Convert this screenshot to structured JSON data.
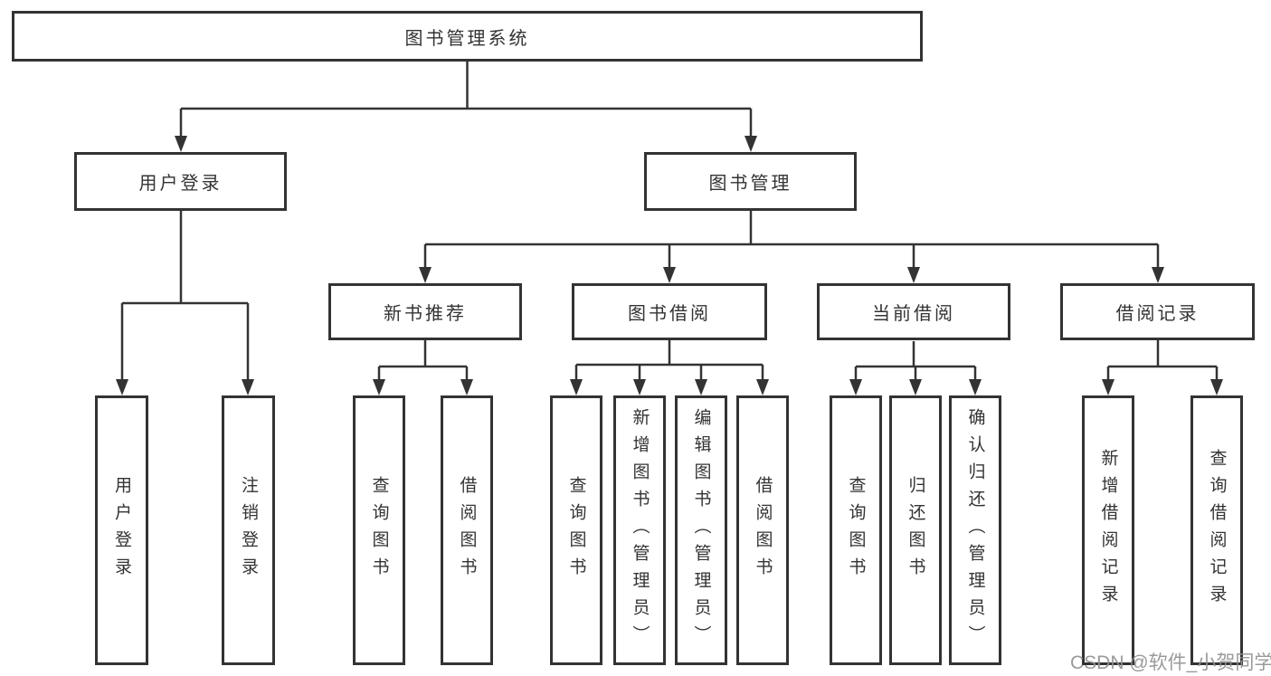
{
  "title": {
    "label": "图书管理系统"
  },
  "level2": {
    "user_login": {
      "label": "用户登录"
    },
    "book_mgmt": {
      "label": "图书管理"
    }
  },
  "level3": {
    "new_book": {
      "label": "新书推荐"
    },
    "borrow": {
      "label": "图书借阅"
    },
    "current": {
      "label": "当前借阅"
    },
    "records": {
      "label": "借阅记录"
    }
  },
  "leaves": {
    "user_login": [
      "用户登录",
      "注销登录"
    ],
    "new_book": [
      "查询图书",
      "借阅图书"
    ],
    "borrow": [
      "查询图书",
      "新增图书（管理员）",
      "编辑图书（管理员）",
      "借阅图书"
    ],
    "current": [
      "查询图书",
      "归还图书",
      "确认归还（管理员）"
    ],
    "records": [
      "新增借阅记录",
      "查询借阅记录"
    ]
  },
  "watermark": {
    "text": "CSDN @软件_小贺同学"
  },
  "colors": {
    "line": "#333333",
    "box_border": "#333333",
    "box_bg": "#ffffff",
    "text": "#333333",
    "watermark": "#919191"
  }
}
